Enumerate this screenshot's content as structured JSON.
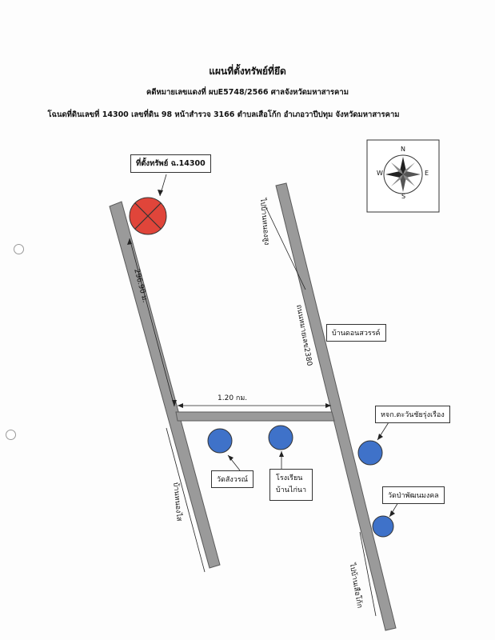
{
  "header": {
    "title": "แผนที่ตั้งทรัพย์ที่ยึด",
    "case_line": "คดีหมายเลขแดงที่ ผบE5748/2566  ศาลจังหวัดมหาสารคาม",
    "deed_line": "โฉนดที่ดินเลขที่ 14300 เลขที่ดิน 98 หน้าสำรวจ 3166 ตำบลเสือโก้ก  อำเภอวาปีปทุม จังหวัดมหาสารคาม"
  },
  "map": {
    "property_label": "ที่ตั้งทรัพย์ ฉ.14300",
    "distance_left": "296.90 ม.",
    "distance_cross": "1.20 กม.",
    "road_name": "ถนนหมายเลข2380",
    "to_nong_sung": "ไปบ้านหนองสูง",
    "to_nong_sai": "บ้านหนองไส",
    "to_suea_kok": "ไปบ้านเสือโก้ก",
    "ban_don_sawan": "บ้านดอนสวรรค์",
    "wat_sangwon": "วัดสังวรณ์",
    "school_line1": "โรงเรียน",
    "school_line2": "บ้านไก่นา",
    "shop": "หจก.ตะวันชัยรุ่งเรือง",
    "wat_pa": "วัดป่าพัฒนมงคล",
    "compass": {
      "n": "N",
      "s": "S",
      "e": "E",
      "w": "W"
    }
  },
  "colors": {
    "road": "#9a9a9a",
    "road_edge": "#5a5a5a",
    "property": "#e0453a",
    "landmark": "#3f72c9"
  }
}
